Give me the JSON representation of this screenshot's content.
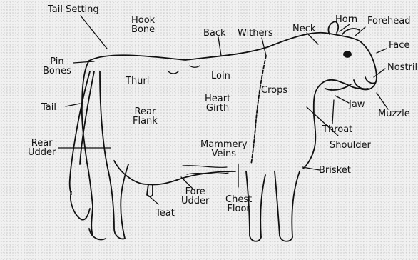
{
  "diagram": {
    "colors": {
      "ink": "#111111",
      "background": "#f1f1f1"
    },
    "labels": {
      "tail_setting": "Tail Setting",
      "hook_bone": [
        "Hook",
        "Bone"
      ],
      "back": "Back",
      "withers": "Withers",
      "neck": "Neck",
      "horn": "Horn",
      "forehead": "Forehead",
      "face": "Face",
      "nostril": "Nostril",
      "pin_bones": [
        "Pin",
        "Bones"
      ],
      "thurl": "Thurl",
      "loin": "Loin",
      "crops": "Crops",
      "heart_girth": [
        "Heart",
        "Girth"
      ],
      "tail": "Tail",
      "rear_flank": [
        "Rear",
        "Flank"
      ],
      "jaw": "Jaw",
      "muzzle": "Muzzle",
      "throat": "Throat",
      "shoulder": "Shoulder",
      "rear_udder": [
        "Rear",
        "Udder"
      ],
      "mammary_veins": [
        "Mammery",
        "Veins"
      ],
      "brisket": "Brisket",
      "fore_udder": [
        "Fore",
        "Udder"
      ],
      "chest_floor": [
        "Chest",
        "Floor"
      ],
      "teat": "Teat"
    }
  }
}
